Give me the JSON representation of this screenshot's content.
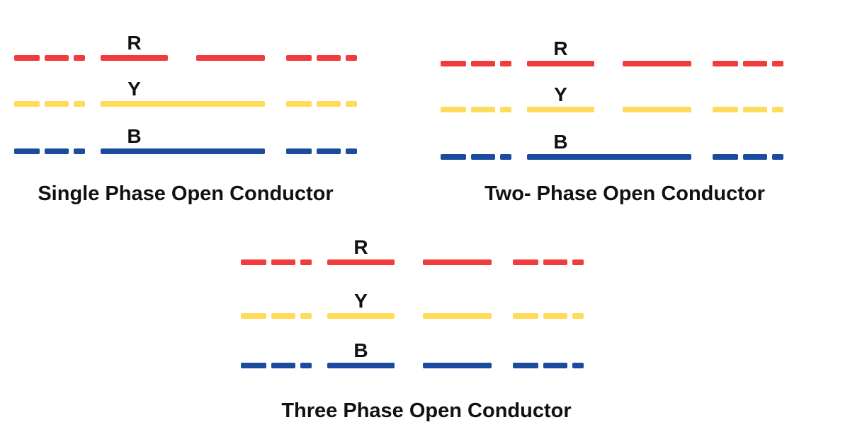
{
  "colors": {
    "red": "#F23B3B",
    "yellow": "#FFDB5A",
    "blue": "#1A4B9F",
    "text": "#111111",
    "background": "#FFFFFF"
  },
  "diagrams": [
    {
      "id": "single-phase",
      "caption": "Single Phase Open Conductor",
      "phases": [
        {
          "label": "R",
          "color": "red",
          "open": true
        },
        {
          "label": "Y",
          "color": "yellow",
          "open": false
        },
        {
          "label": "B",
          "color": "blue",
          "open": false
        }
      ]
    },
    {
      "id": "two-phase",
      "caption": "Two- Phase Open Conductor",
      "phases": [
        {
          "label": "R",
          "color": "red",
          "open": true
        },
        {
          "label": "Y",
          "color": "yellow",
          "open": true
        },
        {
          "label": "B",
          "color": "blue",
          "open": false
        }
      ]
    },
    {
      "id": "three-phase",
      "caption": "Three Phase Open Conductor",
      "phases": [
        {
          "label": "R",
          "color": "red",
          "open": true
        },
        {
          "label": "Y",
          "color": "yellow",
          "open": true
        },
        {
          "label": "B",
          "color": "blue",
          "open": true
        }
      ]
    }
  ]
}
